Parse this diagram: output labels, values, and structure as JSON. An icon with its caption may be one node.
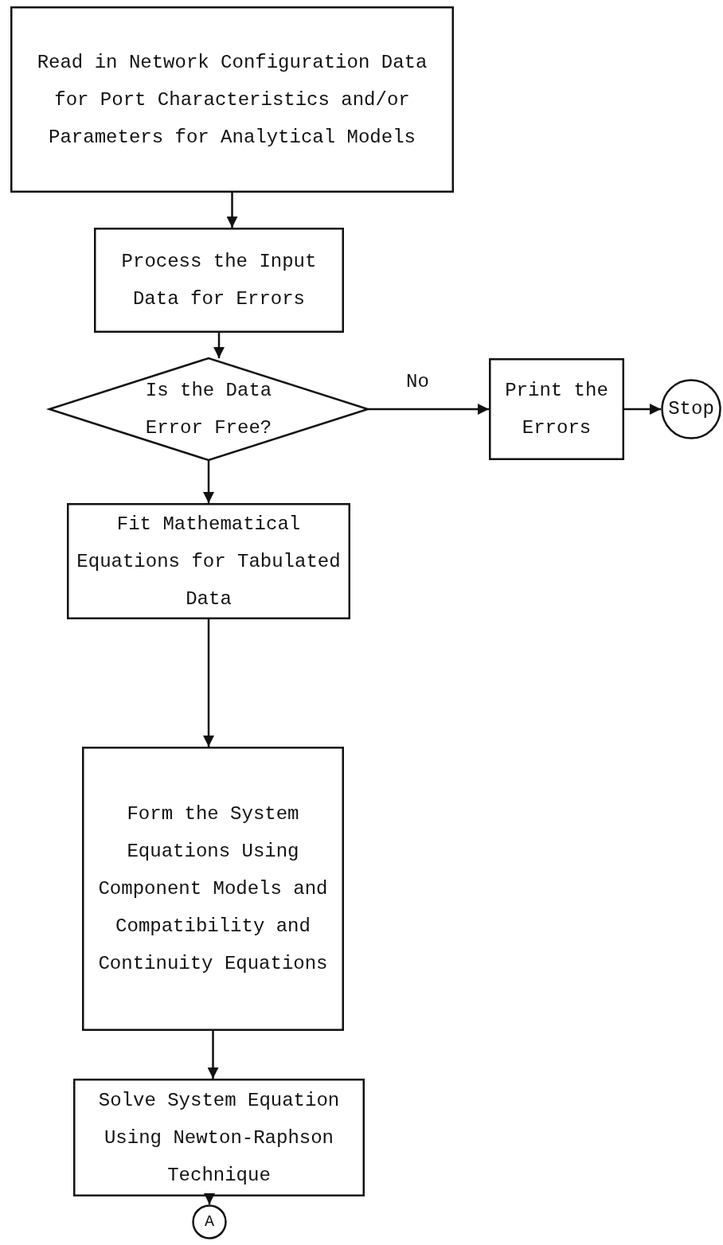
{
  "diagram": {
    "nodes": [
      {
        "text": [
          "Read in Network Configuration Data for Port Characteristics and/or Parameters for Analytical Models"
        ]
      },
      {
        "text": [
          "Process the Input Data for Errors"
        ]
      },
      {
        "text": [
          "Is the Data Error Free?"
        ]
      },
      {
        "text": [
          "Print the Errors"
        ]
      },
      {
        "text": [
          "Stop"
        ]
      },
      {
        "text": [
          "Fit Mathematical Equations for Tabulated Data"
        ]
      },
      {
        "text": [
          "Form the System Equations Using Component Models and Compatibility and Continuity Equations"
        ]
      },
      {
        "text": [
          "Solve System Equation Using Newton-Raphson Technique"
        ]
      },
      {
        "text": [
          "A"
        ]
      }
    ],
    "edges": [
      {
        "from": 0,
        "to": 1,
        "arrow": "to"
      },
      {
        "from": 1,
        "to": 2,
        "arrow": "to"
      },
      {
        "from": 2,
        "to": 3,
        "arrow": "to",
        "label": "No"
      },
      {
        "from": 3,
        "to": 4,
        "arrow": "to"
      },
      {
        "from": 2,
        "to": 5,
        "arrow": "to"
      },
      {
        "from": 5,
        "to": 6,
        "arrow": "to"
      },
      {
        "from": 6,
        "to": 7,
        "arrow": "to"
      },
      {
        "from": 7,
        "to": 8,
        "arrow": "to"
      }
    ]
  }
}
